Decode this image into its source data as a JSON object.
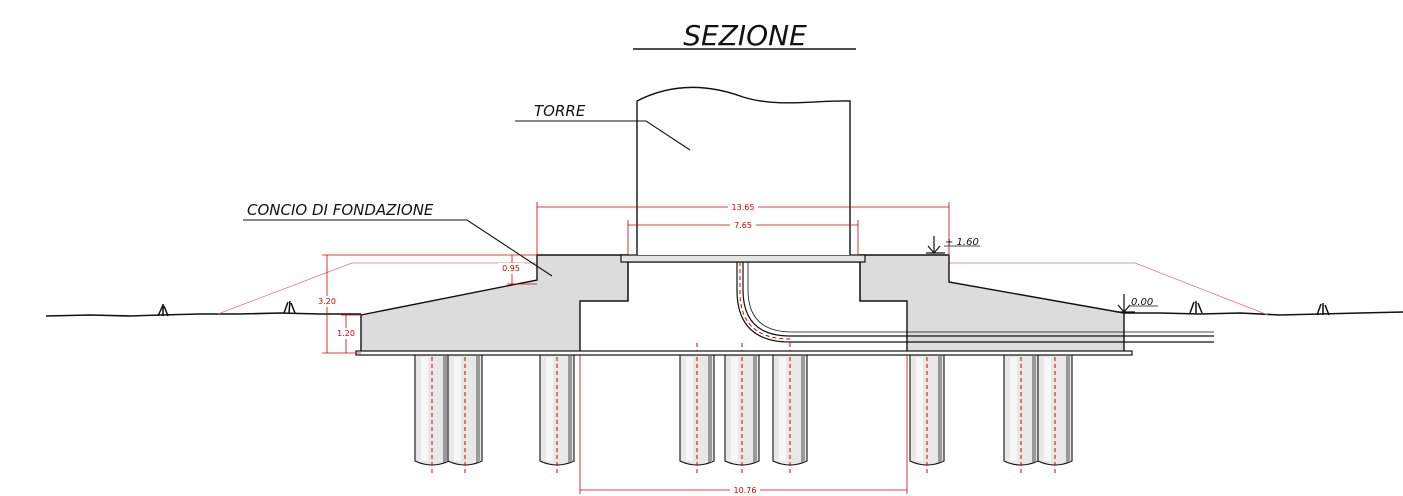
{
  "title": "SEZIONE",
  "labels": {
    "tower": "TORRE",
    "foundation": "CONCIO DI FONDAZIONE"
  },
  "dimensions": {
    "overall_width": "13.65",
    "tower_width": "7.65",
    "bottom_width": "10.76",
    "total_height": "3.20",
    "edge_height": "1.20",
    "top_step_height": "0.95"
  },
  "elevations": {
    "top": "+ 1.60",
    "ground": "0.00"
  },
  "colors": {
    "dimension": "#d40000",
    "concrete": "#dcdcdc",
    "line": "#111111"
  }
}
